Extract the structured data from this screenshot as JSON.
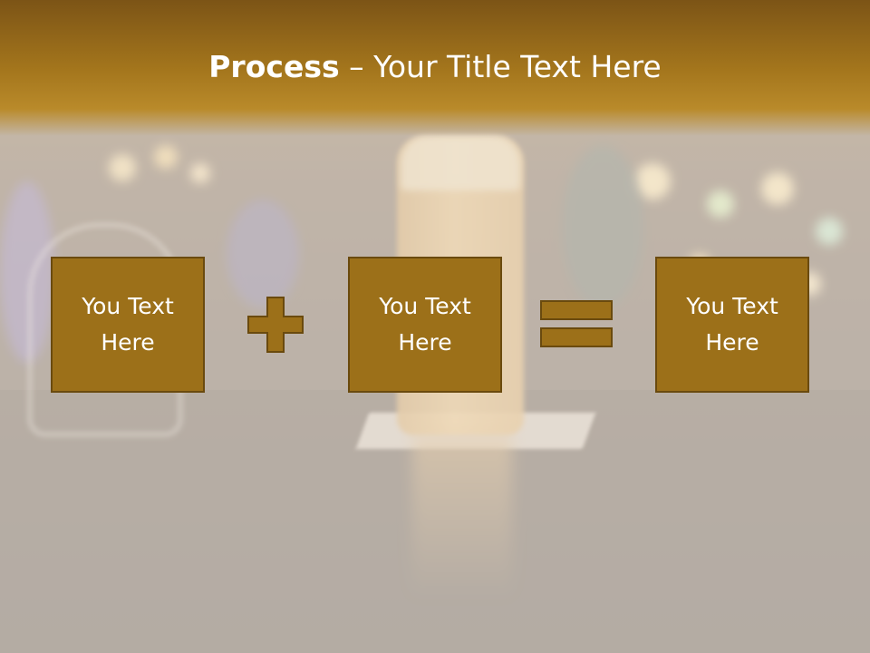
{
  "slide": {
    "title_bold": "Process",
    "title_rest": " – Your Title Text Here"
  },
  "process": {
    "items": [
      {
        "text": "You Text Here"
      },
      {
        "text": "You Text Here"
      },
      {
        "text": "You Text Here"
      }
    ],
    "operators": [
      "plus-icon",
      "equals-icon"
    ]
  },
  "colors": {
    "header_band": "#a3751c",
    "box_fill": "#9c7019",
    "box_border": "#6a4a0e",
    "text": "#ffffff"
  }
}
